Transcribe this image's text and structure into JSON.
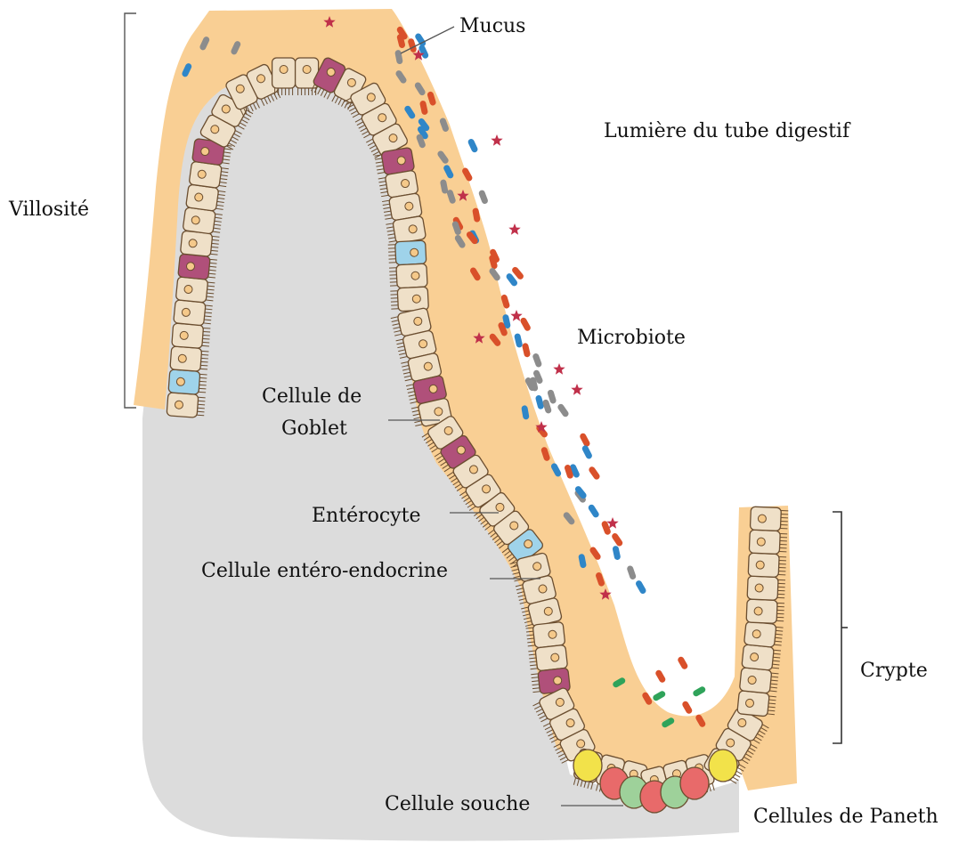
{
  "labels": {
    "mucus": "Mucus",
    "lumen": "Lumière du tube digestif",
    "villus": "Villosité",
    "microbiota": "Microbiote",
    "goblet_line1": "Cellule de",
    "goblet_line2": "Goblet",
    "enterocyte": "Entérocyte",
    "enteroendocrine": "Cellule entéro-endocrine",
    "crypt": "Crypte",
    "stem_cell": "Cellule souche",
    "paneth": "Cellules de Paneth"
  },
  "colors": {
    "tissue": "#dcdcdc",
    "mucus": "#f9cf94",
    "enterocyte": "#efe0c8",
    "cell_outline": "#6b4e30",
    "nucleus": "#f5c98a",
    "goblet": "#b0507a",
    "enteroendocrine": "#9fd3ea",
    "stem": "#f2e24a",
    "paneth": "#e86a6a",
    "paneth_green": "#9ed19a",
    "bacteria_red": "#d9502a",
    "bacteria_blue": "#2f86c8",
    "bacteria_gray": "#8c8c8c",
    "bacteria_green": "#2fa35a",
    "star": "#c0304a",
    "leader_line": "#555555"
  }
}
